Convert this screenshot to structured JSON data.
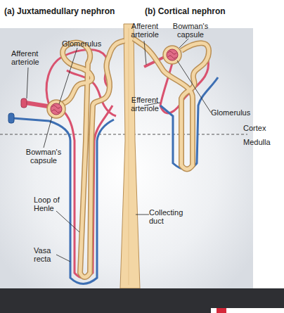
{
  "diagram": {
    "labels": [
      "(a) Juxtamedullary nephron",
      "(b) Cortical nephron",
      "Afferent arteriole",
      "Bowman's capsule",
      "Glomerulus",
      "Afferent arteriole",
      "Efferent arteriole",
      "Glomerulus",
      "Cortex",
      "Medulla",
      "Bowman's capsule",
      "Loop of Henle",
      "Collecting duct",
      "Vasa recta"
    ]
  }
}
